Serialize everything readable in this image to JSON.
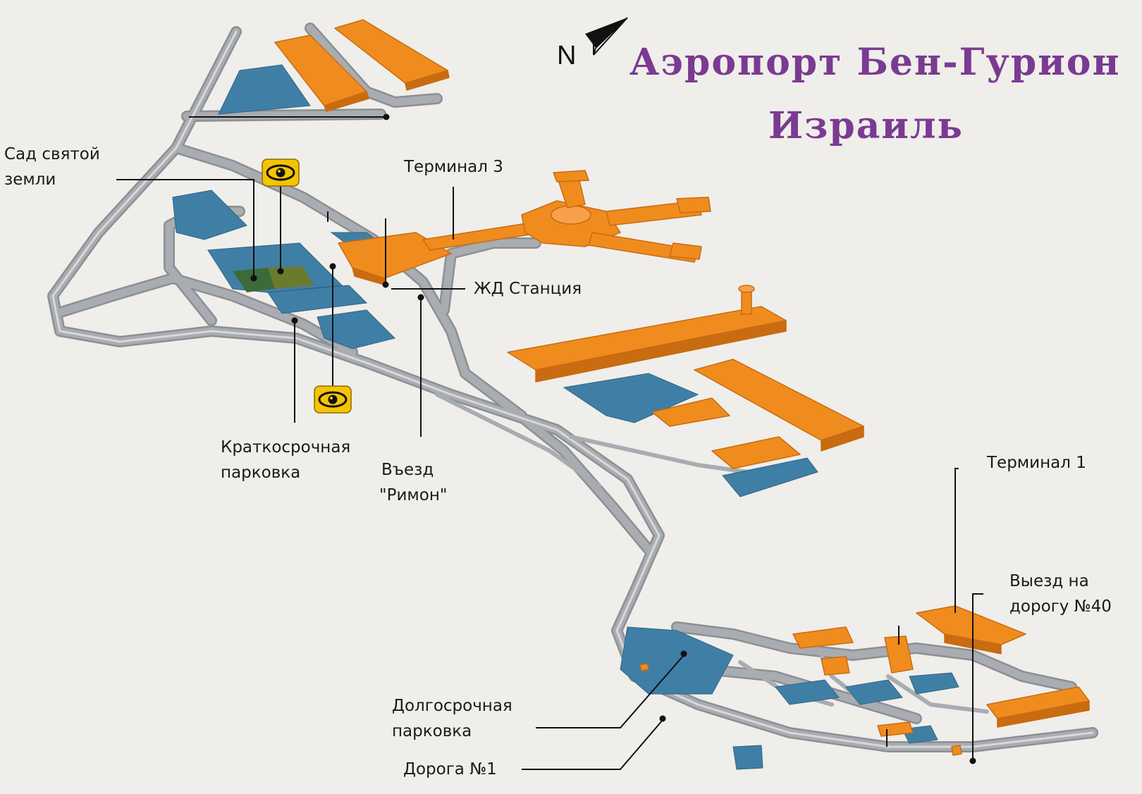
{
  "title": {
    "line1": "Аэропорт Бен-Гурион",
    "line2": "Израиль"
  },
  "compass": {
    "label": "N"
  },
  "labels": {
    "garden_line1": "Сад святой",
    "garden_line2": "земли",
    "terminal3": "Терминал 3",
    "rail_station": "ЖД Станция",
    "short_parking_line1": "Краткосрочная",
    "short_parking_line2": "парковка",
    "rimon_line1": "Въезд",
    "rimon_line2": "\"Римон\"",
    "terminal1": "Терминал 1",
    "exit40_line1": "Выезд на",
    "exit40_line2": "дорогу №40",
    "long_parking_line1": "Долгосрочная",
    "long_parking_line2": "парковка",
    "road1": "Дорога №1"
  },
  "icons": {
    "viewpoint": "eye-icon",
    "north_arrow": "north-arrow-icon"
  },
  "colors": {
    "background": "#efeeea",
    "road": "#a4a7ab",
    "road_outline": "#8c8f93",
    "building": "#f08c1e",
    "building_side": "#c96b10",
    "parking": "#3f7fa6",
    "garden": "#3c6b3a",
    "title": "#7b3a92",
    "viewpoint_badge": "#f5c400"
  }
}
